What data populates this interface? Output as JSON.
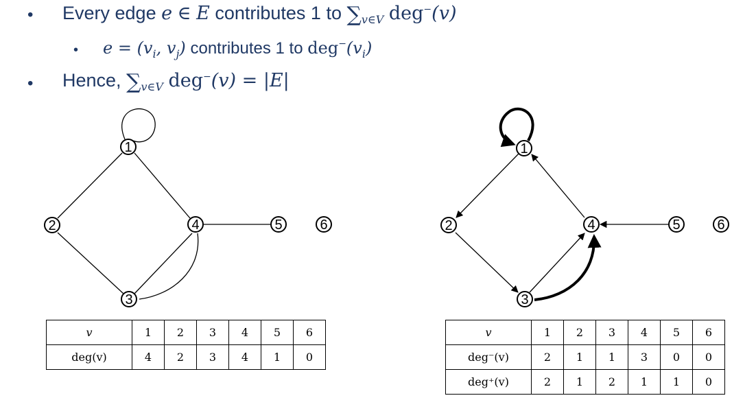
{
  "bullets": {
    "b1_text": "Every edge",
    "b1_e": "e",
    "b1_in": "∈",
    "b1_E": "E",
    "b1_contrib": "contributes 1 to",
    "b1_sum": "∑",
    "b1_sub": "v∈V",
    "b1_deg": "deg",
    "b1_minus": "−",
    "b1_arg": "(v)",
    "b2_lhs": "e = (v",
    "b2_i": "i",
    "b2_comma": ", v",
    "b2_j": "j",
    "b2_close": ")",
    "b2_text": "contributes 1 to",
    "b2_deg": "deg",
    "b2_minus": "−",
    "b2_arg_open": "(v",
    "b2_arg_i": "i",
    "b2_arg_close": ")",
    "b3_text": "Hence,",
    "b3_sum": "∑",
    "b3_sub": "v∈V",
    "b3_deg": "deg",
    "b3_minus": "−",
    "b3_rest": "(v) = |E|"
  },
  "left_graph": {
    "nodes": [
      "1",
      "2",
      "3",
      "4",
      "5",
      "6"
    ]
  },
  "right_graph": {
    "nodes": [
      "1",
      "2",
      "3",
      "4",
      "5",
      "6"
    ]
  },
  "left_table": {
    "header_label": "v",
    "columns": [
      "1",
      "2",
      "3",
      "4",
      "5",
      "6"
    ],
    "row_label": "deg(v)",
    "values": [
      "4",
      "2",
      "3",
      "4",
      "1",
      "0"
    ]
  },
  "right_table": {
    "header_label": "v",
    "columns": [
      "1",
      "2",
      "3",
      "4",
      "5",
      "6"
    ],
    "row1_label": "deg⁻(v)",
    "row1_values": [
      "2",
      "1",
      "1",
      "3",
      "0",
      "0"
    ],
    "row2_label": "deg⁺(v)",
    "row2_values": [
      "2",
      "1",
      "2",
      "1",
      "1",
      "0"
    ]
  },
  "colors": {
    "text": "#1f3864",
    "line": "#000000"
  }
}
